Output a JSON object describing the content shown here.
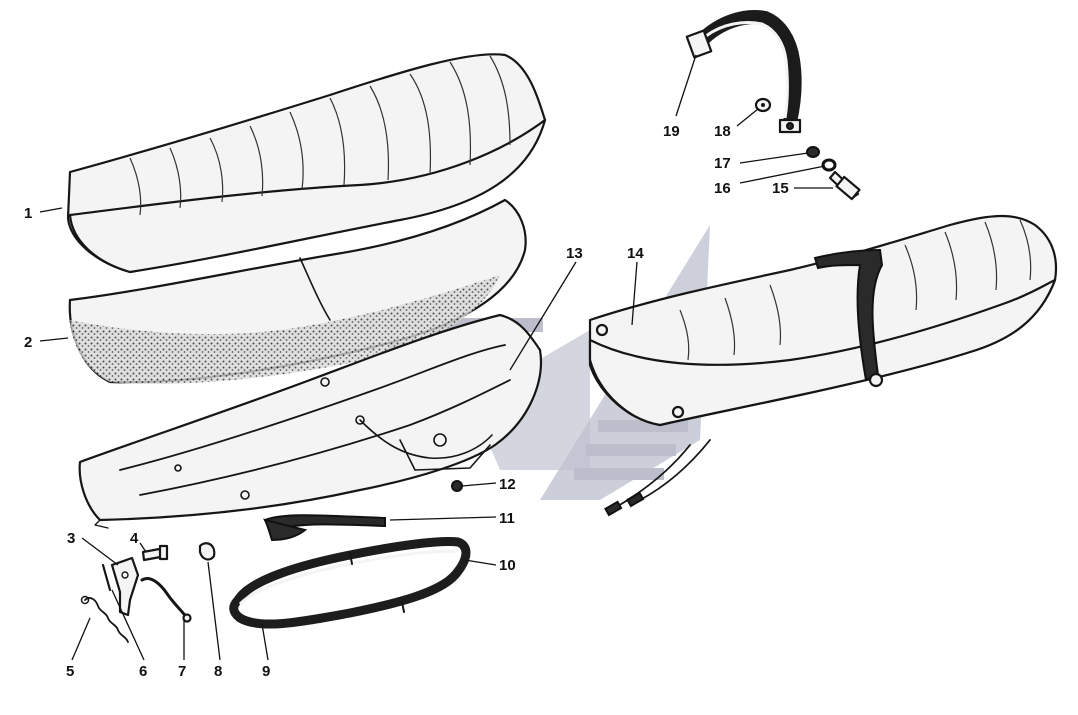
{
  "diagram": {
    "callouts": {
      "c1": "1",
      "c2": "2",
      "c3": "3",
      "c4": "4",
      "c5": "5",
      "c6": "6",
      "c7": "7",
      "c8": "8",
      "c9": "9",
      "c10": "10",
      "c11": "11",
      "c12": "12",
      "c13": "13",
      "c14": "14",
      "c15": "15",
      "c16": "16",
      "c17": "17",
      "c18": "18",
      "c19": "19"
    },
    "watermark_color": "#9aa0b4"
  }
}
